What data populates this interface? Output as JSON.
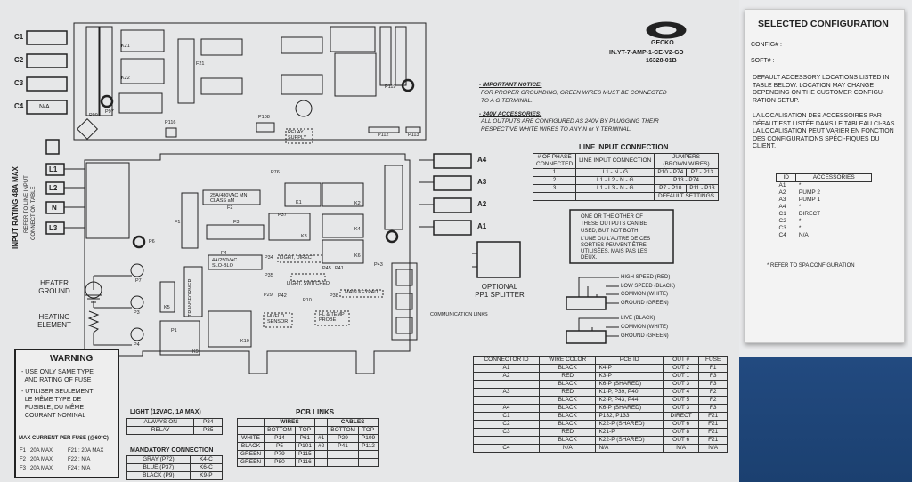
{
  "brand": {
    "name": "GECKO",
    "model": "IN.YT-7-AMP-1-CE-V2-GD",
    "part_number": "16328-01B"
  },
  "connectors_left": [
    {
      "id": "C1"
    },
    {
      "id": "C2"
    },
    {
      "id": "C3"
    },
    {
      "id": "C4",
      "value": "N/A"
    }
  ],
  "side_rotated": {
    "line1": "INPUT RATING 48A MAX",
    "line2": "REFER TO LINE INPUT",
    "line3": "CONNECTION TABLE"
  },
  "line_terminals": [
    "L1",
    "L2",
    "N",
    "L3"
  ],
  "heater": {
    "ground": "HEATER\nGROUND",
    "element": "HEATING\nELEMENT"
  },
  "board_labels": {
    "p119": "P119",
    "p97": "P97",
    "p99": "P99",
    "p116": "P116",
    "p108": "P108",
    "relay_supply": "RELAY\nSUPPLY",
    "p112": "P112",
    "p113": "P113",
    "p76": "P76",
    "p37": "P37",
    "k21": "K21",
    "k22": "K22",
    "f21": "F21",
    "k1": "K1",
    "k2": "K2",
    "k3": "K3",
    "k4": "K4",
    "k5": "K5",
    "k6": "K6",
    "k9": "K9",
    "k10": "K10",
    "f1": "F1",
    "f2": "F2",
    "f3": "F3",
    "f4": "F4",
    "f5": "F5",
    "p6": "P6",
    "p3": "P3",
    "p4": "P4",
    "p7": "P7",
    "p34": "P34",
    "p35": "P35",
    "p29": "P29",
    "p42": "P42",
    "p10": "P10",
    "p38": "P38",
    "p41": "P41",
    "p43": "P43",
    "p45": "P45",
    "p1": "P1",
    "light_direct": "LIGHT, DIRECT",
    "light_switched": "LIGHT, SWITCHED",
    "main_keypad": "MAIN KEYPAD",
    "hl_flo_sensor": "HL/FLO\nSENSOR",
    "hl_temp_probe": "HL & TEMP\nPROBE",
    "communication_links": "COMMUNICATION LINKS",
    "fuse_25a": "25A/480VAC MN\nCLASS aM",
    "fuse_4a": "4A/250VAC\nSLO-BLO",
    "transformer": "TRANSFORMER"
  },
  "notices": {
    "important_title": "- IMPORTANT NOTICE:",
    "important_line1": "FOR PROPER GROUNDING, GREEN WIRES MUST BE CONNECTED",
    "important_line2": "TO A G TERMINAL.",
    "acc_title": "- 240V ACCESSORIES:",
    "acc_line1": "ALL OUTPUTS ARE CONFIGURED AS 240V BY PLUGGING THEIR",
    "acc_line2": "RESPECTIVE WHITE WIRES TO ANY N or Y TERMINAL."
  },
  "accessory_ports": [
    "A4",
    "A3",
    "A2",
    "A1"
  ],
  "splitter_label": "OPTIONAL\nPP1 SPLITTER",
  "line_input": {
    "title": "LINE INPUT CONNECTION",
    "headers": [
      "# OF PHASE\nCONNECTED",
      "LINE INPUT CONNECTION",
      "JUMPERS\n(BROWN WIRES)"
    ],
    "rows": [
      [
        "1",
        "L1 - N - G",
        "P10 - P74",
        "P7 - P13"
      ],
      [
        "2",
        "L1 - L2 - N - G",
        "P13 - P74",
        ""
      ],
      [
        "3",
        "L1 - L3 - N - G",
        "P7 - P10",
        "P11 - P13"
      ]
    ],
    "default": "DEFAULT SETTINGS"
  },
  "one_or_other": {
    "en": "ONE OR THE OTHER OF\nTHESE OUTPUTS CAN BE\nUSED, BUT NOT BOTH.",
    "fr": "L'UNE OU L'AUTRE DE CES\nSORTIES PEUVENT ÊTRE\nUTILISÉES, MAIS PAS LES\nDEUX."
  },
  "speed_wires": [
    "HIGH SPEED (RED)",
    "LOW SPEED (BLACK)",
    "COMMON (WHITE)",
    "GROUND (GREEN)"
  ],
  "live_wires": [
    "LIVE (BLACK)",
    "COMMON (WHITE)",
    "GROUND (GREEN)"
  ],
  "warning": {
    "title": "WARNING",
    "en": "- USE ONLY SAME TYPE\n  AND RATING OF FUSE",
    "fr": "- UTILISER SEULEMENT\n  LE MÊME TYPE DE\n  FUSIBLE, DU MÊME\n  COURANT NOMINAL",
    "max_title": "MAX CURRENT PER FUSE (@60°C)",
    "fuses": [
      [
        "F1 : 20A MAX",
        "F21 : 20A MAX"
      ],
      [
        "F2 : 20A MAX",
        "F22 : N/A"
      ],
      [
        "F3 : 20A MAX",
        "F24 : N/A"
      ]
    ]
  },
  "light_table": {
    "title": "LIGHT   (12VAC, 1A MAX)",
    "rows": [
      [
        "ALWAYS ON",
        "P34"
      ],
      [
        "RELAY",
        "P35"
      ]
    ]
  },
  "mandatory": {
    "title": "MANDATORY CONNECTION",
    "rows": [
      [
        "GRAY (P72)",
        "K4-C"
      ],
      [
        "BLUE (P37)",
        "K6-C"
      ],
      [
        "BLACK (P9)",
        "K9-P"
      ]
    ]
  },
  "pcb_links": {
    "title": "PCB LINKS",
    "wires": "WIRES",
    "cables": "CABLES",
    "sub": [
      "BOTTOM",
      "TOP",
      "BOTTOM",
      "TOP"
    ],
    "rows": [
      [
        "WHITE",
        "P14",
        "P61",
        "#1",
        "P29",
        "P109"
      ],
      [
        "BLACK",
        "P5",
        "P101",
        "#2",
        "P41",
        "P112"
      ],
      [
        "GREEN",
        "P79",
        "P115",
        "",
        "",
        ""
      ],
      [
        "GREEN",
        "P80",
        "P116",
        "",
        "",
        ""
      ]
    ]
  },
  "connector_table": {
    "headers": [
      "CONNECTOR ID",
      "WIRE COLOR",
      "PCB ID",
      "OUT #",
      "FUSE"
    ],
    "rows": [
      [
        "A1",
        "BLACK",
        "K4-P",
        "OUT 2",
        "F1"
      ],
      [
        "A2",
        "RED",
        "K3-P",
        "OUT 1",
        "F3"
      ],
      [
        "",
        "BLACK",
        "K6-P (SHARED)",
        "OUT 3",
        "F3"
      ],
      [
        "A3",
        "RED",
        "K1-P, P39, P40",
        "OUT 4",
        "F2"
      ],
      [
        "",
        "BLACK",
        "K2-P, P43, P44",
        "OUT 5",
        "F2"
      ],
      [
        "A4",
        "BLACK",
        "K6-P (SHARED)",
        "OUT 3",
        "F3"
      ],
      [
        "C1",
        "BLACK",
        "P132, P133",
        "DIRECT",
        "F21"
      ],
      [
        "C2",
        "BLACK",
        "K22-P (SHARED)",
        "OUT 6",
        "F21"
      ],
      [
        "C3",
        "RED",
        "K21-P",
        "OUT 8",
        "F21"
      ],
      [
        "",
        "BLACK",
        "K22-P (SHARED)",
        "OUT 6",
        "F21"
      ],
      [
        "C4",
        "N/A",
        "N/A",
        "N/A",
        "N/A"
      ]
    ]
  },
  "selected_config": {
    "title": "SELECTED CONFIGURATION",
    "config": "CONFIG# :",
    "soft": "SOFT# :",
    "en": "DEFAULT ACCESSORY LOCATIONS LISTED IN TABLE BELOW. LOCATION MAY CHANGE DEPENDING ON THE CUSTOMER CONFIGU-RATION SETUP.",
    "fr": "LA LOCALISATION DES ACCESSOIRES PAR DÉFAUT EST LISTÉE DANS LE TABLEAU CI-BAS. LA LOCALISATION PEUT VARIER EN FONCTION DES CONFIGURATIONS SPÉCI-FIQUES DU CLIENT.",
    "table_headers": [
      "ID",
      "ACCESSORIES"
    ],
    "table_rows": [
      [
        "A1",
        "*"
      ],
      [
        "A2",
        "PUMP 2"
      ],
      [
        "A3",
        "PUMP 1"
      ],
      [
        "A4",
        "*"
      ],
      [
        "C1",
        "DIRECT"
      ],
      [
        "C2",
        "*"
      ],
      [
        "C3",
        "*"
      ],
      [
        "C4",
        "N/A"
      ]
    ],
    "footnote": "* REFER TO SPA CONFIGURATION"
  }
}
